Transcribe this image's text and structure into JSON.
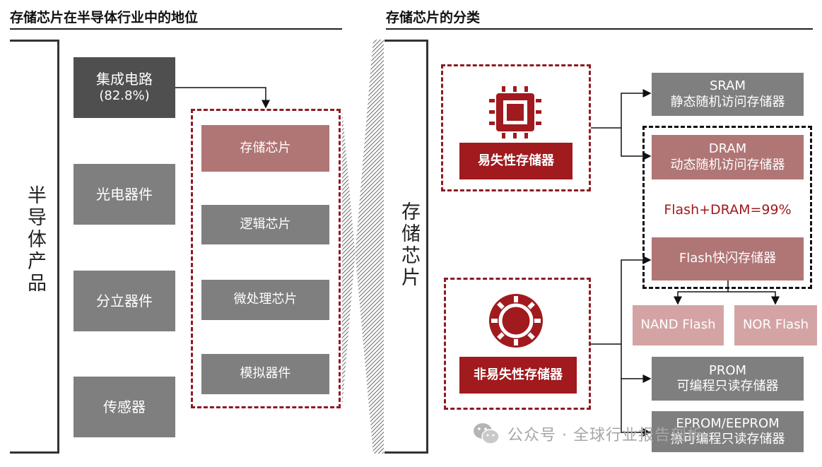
{
  "left": {
    "title": "存储芯片在半导体行业中的地位",
    "vertical_label": "半导体产品",
    "categories": [
      {
        "label": "集成电路",
        "sub": "(82.8%)"
      },
      {
        "label": "光电器件"
      },
      {
        "label": "分立器件"
      },
      {
        "label": "传感器"
      }
    ],
    "ic_types": [
      "存储芯片",
      "逻辑芯片",
      "微处理芯片",
      "模拟器件"
    ]
  },
  "right": {
    "title": "存储芯片的分类",
    "vertical_label": "存储芯片",
    "volatile": {
      "label": "易失性存储器",
      "types": [
        {
          "name": "SRAM",
          "desc": "静态随机访问存储器"
        },
        {
          "name": "DRAM",
          "desc": "动态随机访问存储器"
        }
      ]
    },
    "share_note": "Flash+DRAM=99%",
    "flash": {
      "label": "Flash快闪存储器",
      "subtypes": [
        "NAND Flash",
        "NOR Flash"
      ]
    },
    "nonvolatile": {
      "label": "非易失性存储器",
      "types": [
        {
          "name": "PROM",
          "desc": "可编程只读存储器"
        },
        {
          "name": "EPROM/EEPROM",
          "desc": "擦可编程只读存储器"
        }
      ]
    }
  },
  "watermark": "公众号 · 全球行业报告剖析",
  "colors": {
    "maroon": "#a01a1e",
    "rose": "#b07575",
    "pink": "#d4a4a4",
    "gray": "#7f7f7f",
    "dark": "#4f4f4f"
  }
}
